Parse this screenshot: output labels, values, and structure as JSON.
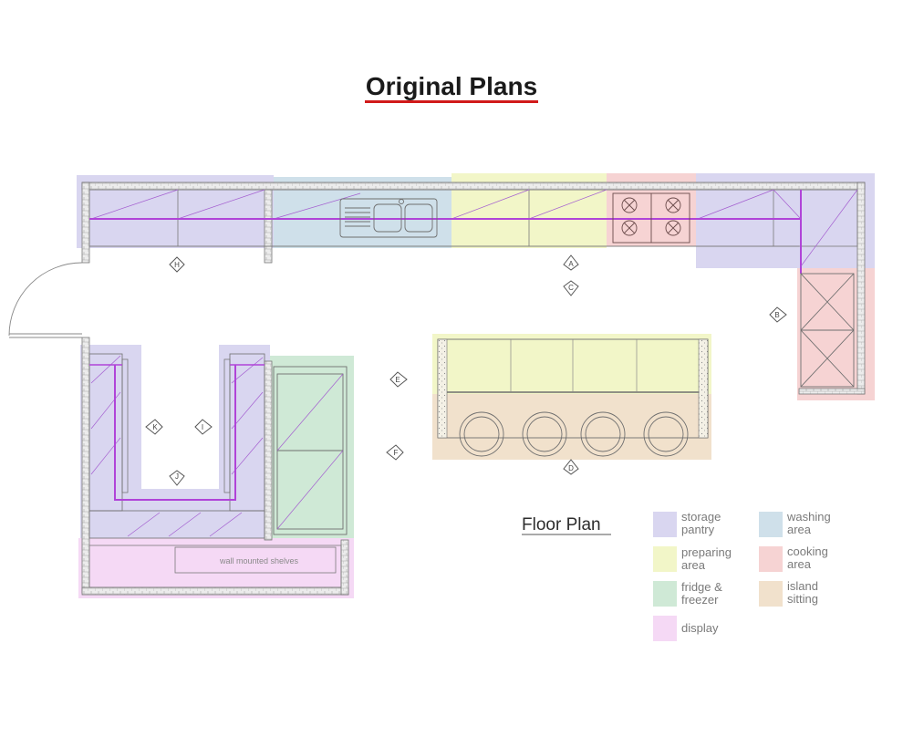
{
  "page": {
    "title": "Original Plans"
  },
  "plan": {
    "heading": "Floor Plan",
    "shelves_label": "wall mounted shelves",
    "markers": [
      "A",
      "B",
      "C",
      "D",
      "E",
      "F",
      "H",
      "I",
      "J",
      "K"
    ]
  },
  "legend": {
    "items": [
      {
        "line1": "storage",
        "line2": "pantry",
        "color": "#d9d6f0"
      },
      {
        "line1": "washing",
        "line2": "area",
        "color": "#cfe0ea"
      },
      {
        "line1": "preparing",
        "line2": "area",
        "color": "#f2f6c8"
      },
      {
        "line1": "cooking",
        "line2": "area",
        "color": "#f6d3d3"
      },
      {
        "line1": "fridge &",
        "line2": "freezer",
        "color": "#cfe9d6"
      },
      {
        "line1": "island",
        "line2": "sitting",
        "color": "#f1e1cc"
      },
      {
        "line1": "display",
        "line2": "",
        "color": "#f5d9f5"
      }
    ]
  },
  "colors": {
    "storage": "#d9d6f0",
    "washing": "#cfe0ea",
    "preparing": "#f2f6c8",
    "cooking": "#f6d3d3",
    "fridge": "#cfe9d6",
    "island": "#f1e1cc",
    "display": "#f5d9f5",
    "accent_line": "#b044d8",
    "title_underline": "#d11a1a"
  }
}
